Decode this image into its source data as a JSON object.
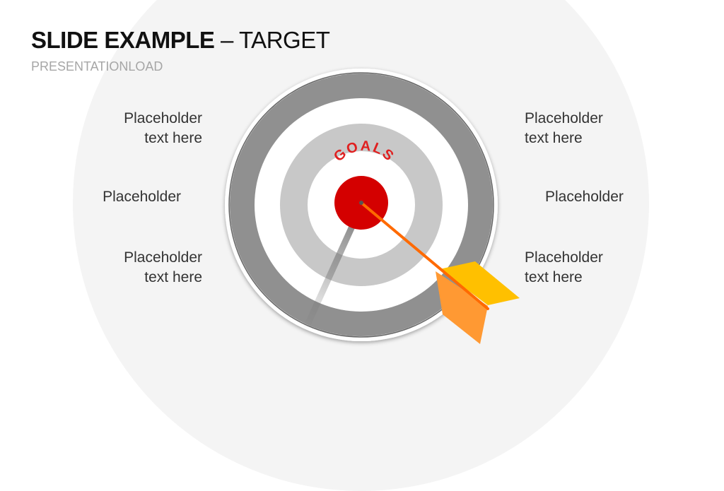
{
  "slide": {
    "title_bold": "SLIDE EXAMPLE",
    "title_rest": " – TARGET",
    "subtitle": "PRESENTATIONLOAD"
  },
  "target": {
    "center_label": "GOALS",
    "label_color": "#e02020",
    "bullseye_color": "#d40000",
    "arrow_shaft_color": "#ff6a00",
    "fletching_colors": [
      "#ffc000",
      "#ff9933"
    ],
    "ring_colors": [
      "#909090",
      "#ffffff",
      "#c8c8c8",
      "#ffffff"
    ]
  },
  "labels": {
    "left_top": [
      "Placeholder",
      "text here"
    ],
    "left_middle": "Placeholder",
    "left_bottom": [
      "Placeholder",
      "text here"
    ],
    "right_top": [
      "Placeholder",
      "text here"
    ],
    "right_middle": "Placeholder",
    "right_bottom": [
      "Placeholder",
      "text here"
    ]
  }
}
